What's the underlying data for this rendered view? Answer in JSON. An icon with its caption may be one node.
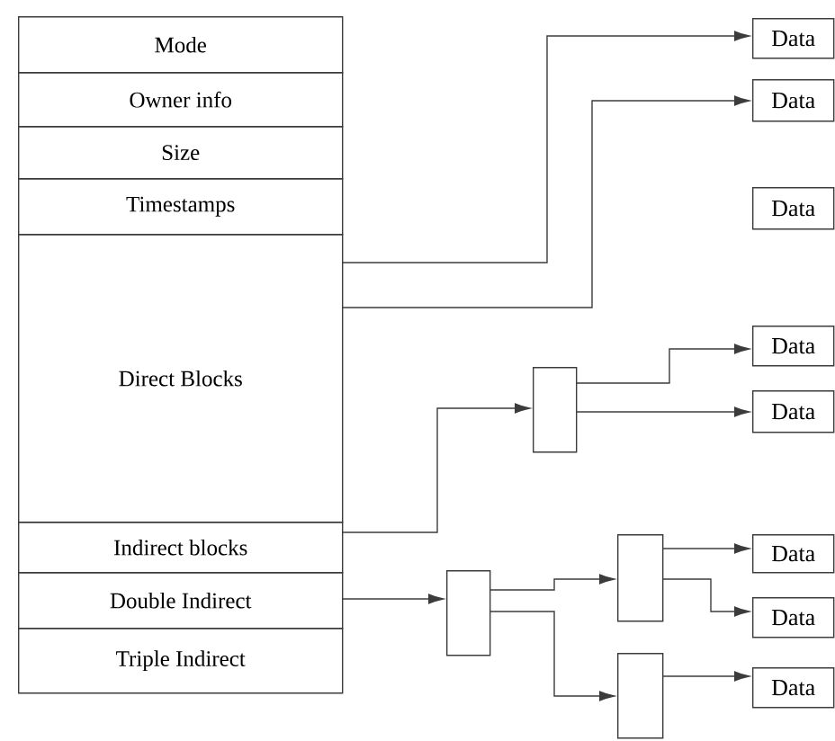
{
  "diagram": {
    "nodes": [
      {
        "text": [
          "Mode"
        ]
      },
      {
        "text": [
          "Owner info"
        ]
      },
      {
        "text": [
          "Size"
        ]
      },
      {
        "text": [
          "Timestamps"
        ]
      },
      {
        "text": [
          "Direct Blocks"
        ]
      },
      {
        "text": [
          "Indirect blocks"
        ]
      },
      {
        "text": [
          "Double Indirect"
        ]
      },
      {
        "text": [
          "Triple Indirect"
        ]
      },
      {
        "text": [
          "Data"
        ]
      },
      {
        "text": [
          "Data"
        ]
      },
      {
        "text": [
          "Data"
        ]
      },
      {
        "text": [
          "Data"
        ]
      },
      {
        "text": [
          "Data"
        ]
      },
      {
        "text": [
          "Data"
        ]
      },
      {
        "text": [
          "Data"
        ]
      },
      {
        "text": [
          "Data"
        ]
      },
      {
        "text": [],
        "shape": "box"
      },
      {
        "text": [],
        "shape": "box"
      },
      {
        "text": [],
        "shape": "box"
      },
      {
        "text": [],
        "shape": "box"
      }
    ],
    "edges": [
      {
        "from": 4,
        "to": 8,
        "arrow": "to"
      },
      {
        "from": 4,
        "to": 9,
        "arrow": "to"
      },
      {
        "from": 5,
        "to": 16,
        "arrow": "to"
      },
      {
        "from": 16,
        "to": 11,
        "arrow": "to"
      },
      {
        "from": 16,
        "to": 12,
        "arrow": "to"
      },
      {
        "from": 6,
        "to": 17,
        "arrow": "to"
      },
      {
        "from": 17,
        "to": 18,
        "arrow": "to"
      },
      {
        "from": 17,
        "to": 19,
        "arrow": "to"
      },
      {
        "from": 18,
        "to": 13,
        "arrow": "to"
      },
      {
        "from": 18,
        "to": 14,
        "arrow": "to"
      },
      {
        "from": 19,
        "to": 15,
        "arrow": "to"
      }
    ]
  }
}
